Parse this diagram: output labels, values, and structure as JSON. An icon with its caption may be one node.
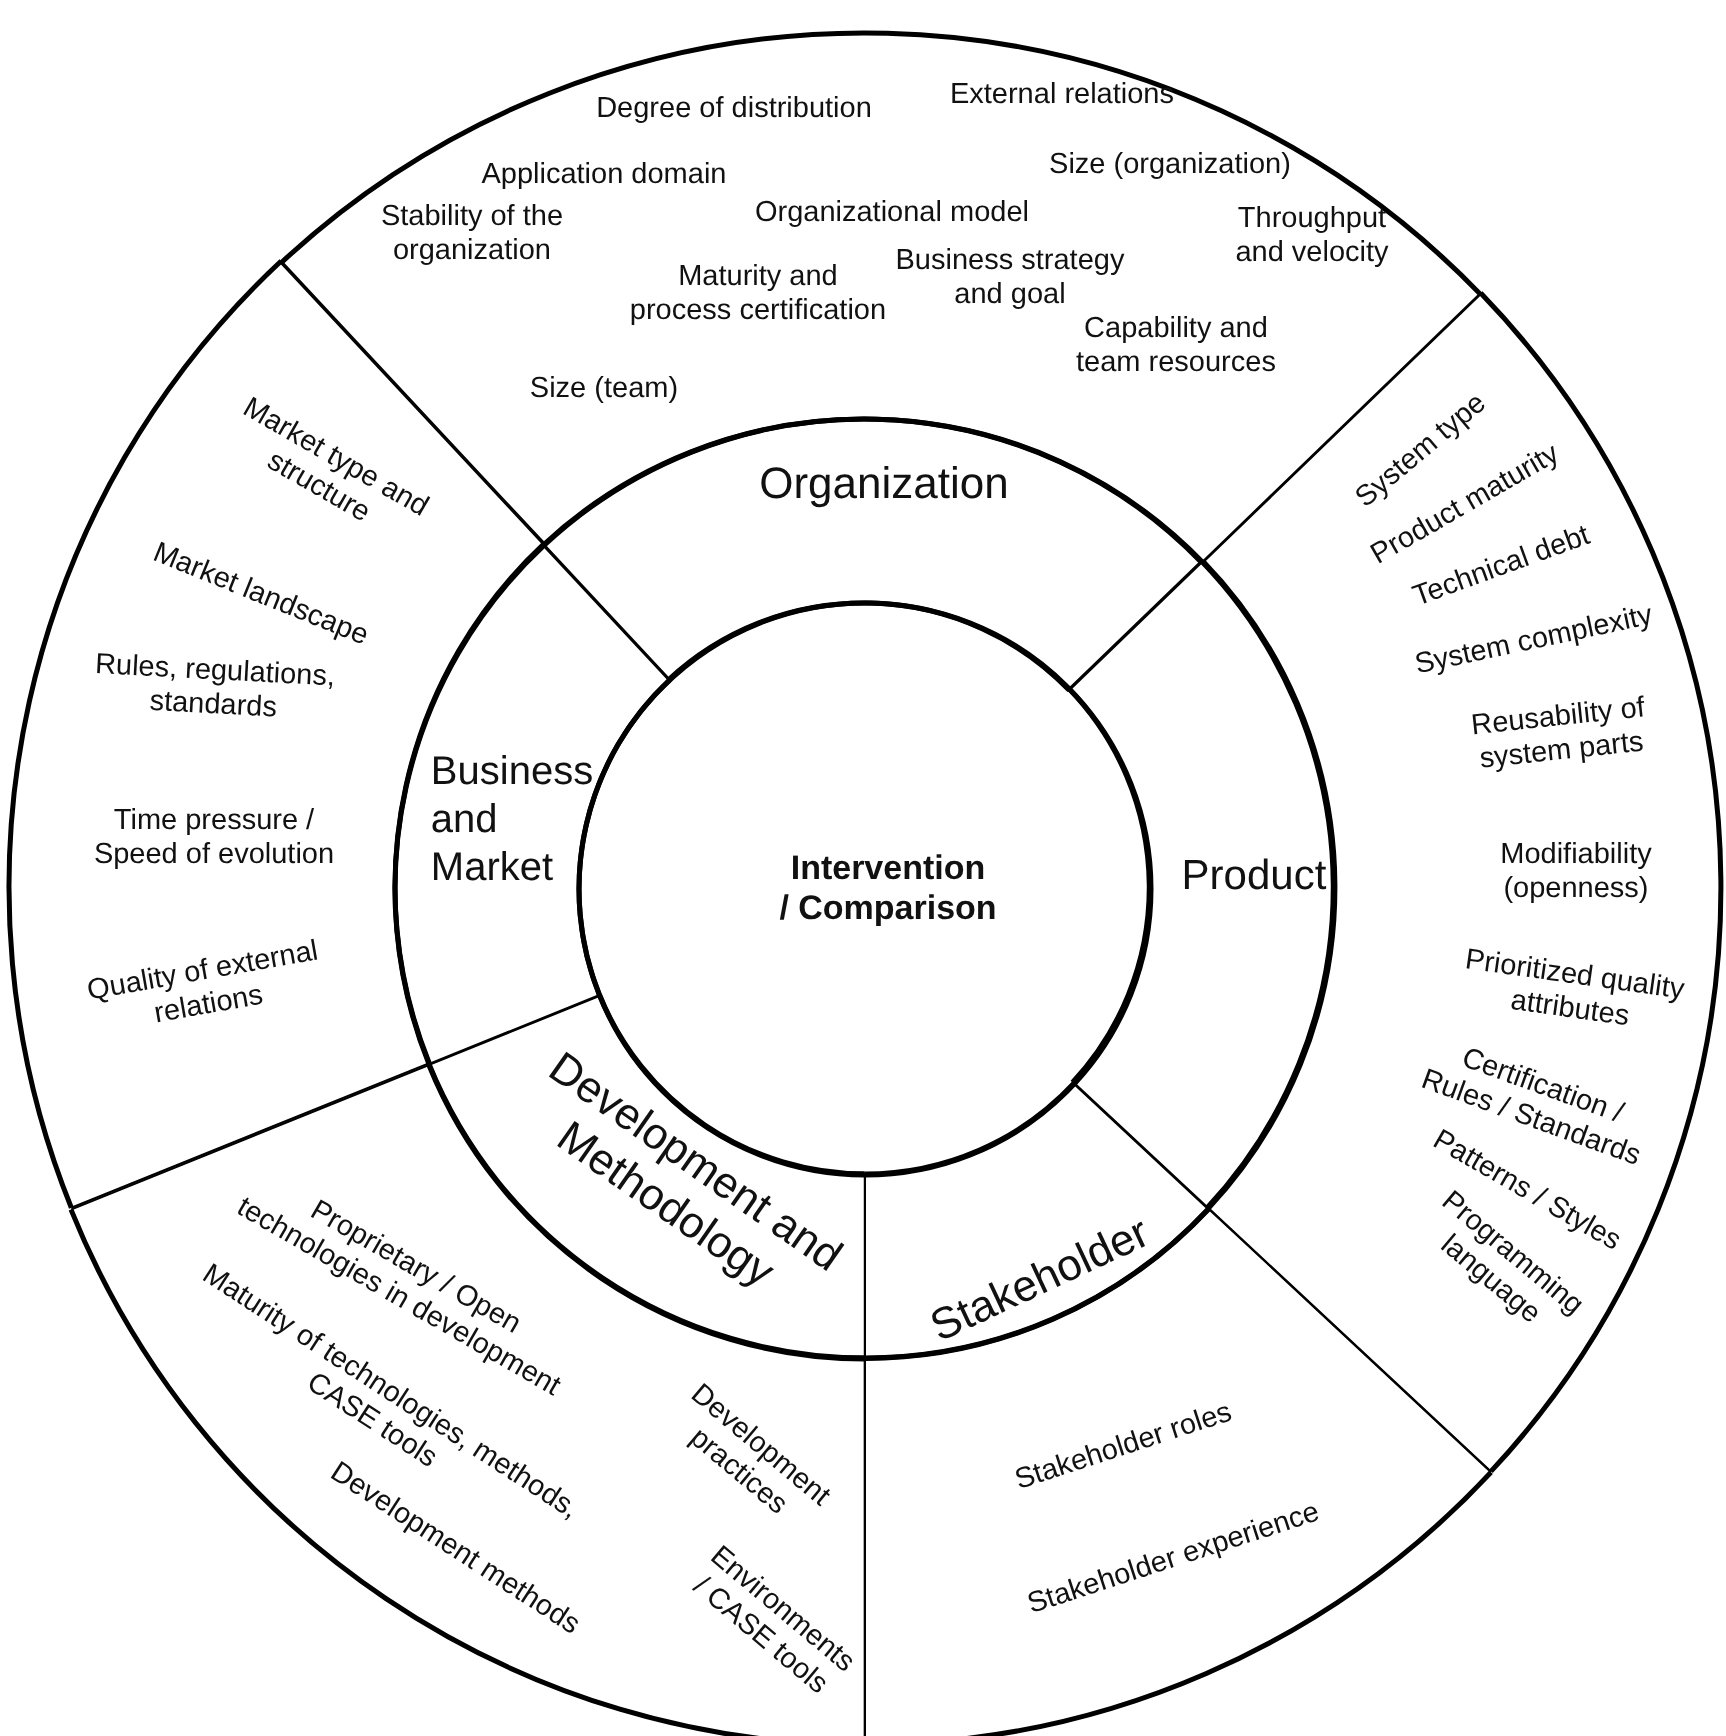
{
  "diagram": {
    "nodes": [
      {
        "text": [
          "Intervention / Comparison"
        ]
      },
      {
        "text": [
          "Organization"
        ]
      },
      {
        "text": [
          "Business and Market"
        ]
      },
      {
        "text": [
          "Product"
        ]
      },
      {
        "text": [
          "Development and Methodology"
        ]
      },
      {
        "text": [
          "Stakeholder"
        ]
      },
      {
        "text": [
          "Degree of distribution",
          "External relations",
          "Application domain",
          "Size (organization)",
          "Organizational model",
          "Stability of the organization",
          "Throughput and velocity",
          "Maturity and process certification",
          "Business strategy and goal",
          "Capability and team resources",
          "Size (team)"
        ]
      },
      {
        "text": [
          "Market type and structure",
          "Market landscape",
          "Rules, regulations, standards",
          "Time pressure / Speed of evolution",
          "Quality of external relations"
        ]
      },
      {
        "text": [
          "System type",
          "Product maturity",
          "Technical debt",
          "System complexity",
          "Reusability of system parts",
          "Modifiability (openness)",
          "Prioritized quality attributes",
          "Certification / Rules / Standards",
          "Patterns / Styles",
          "Programming language"
        ]
      },
      {
        "text": [
          "Proprietary / Open technologies in development",
          "Maturity of technologies, methods, CASE tools",
          "Development methods",
          "Development practices",
          "Environments / CASE tools"
        ]
      },
      {
        "text": [
          "Stakeholder roles",
          "Stakeholder experience"
        ]
      }
    ]
  }
}
